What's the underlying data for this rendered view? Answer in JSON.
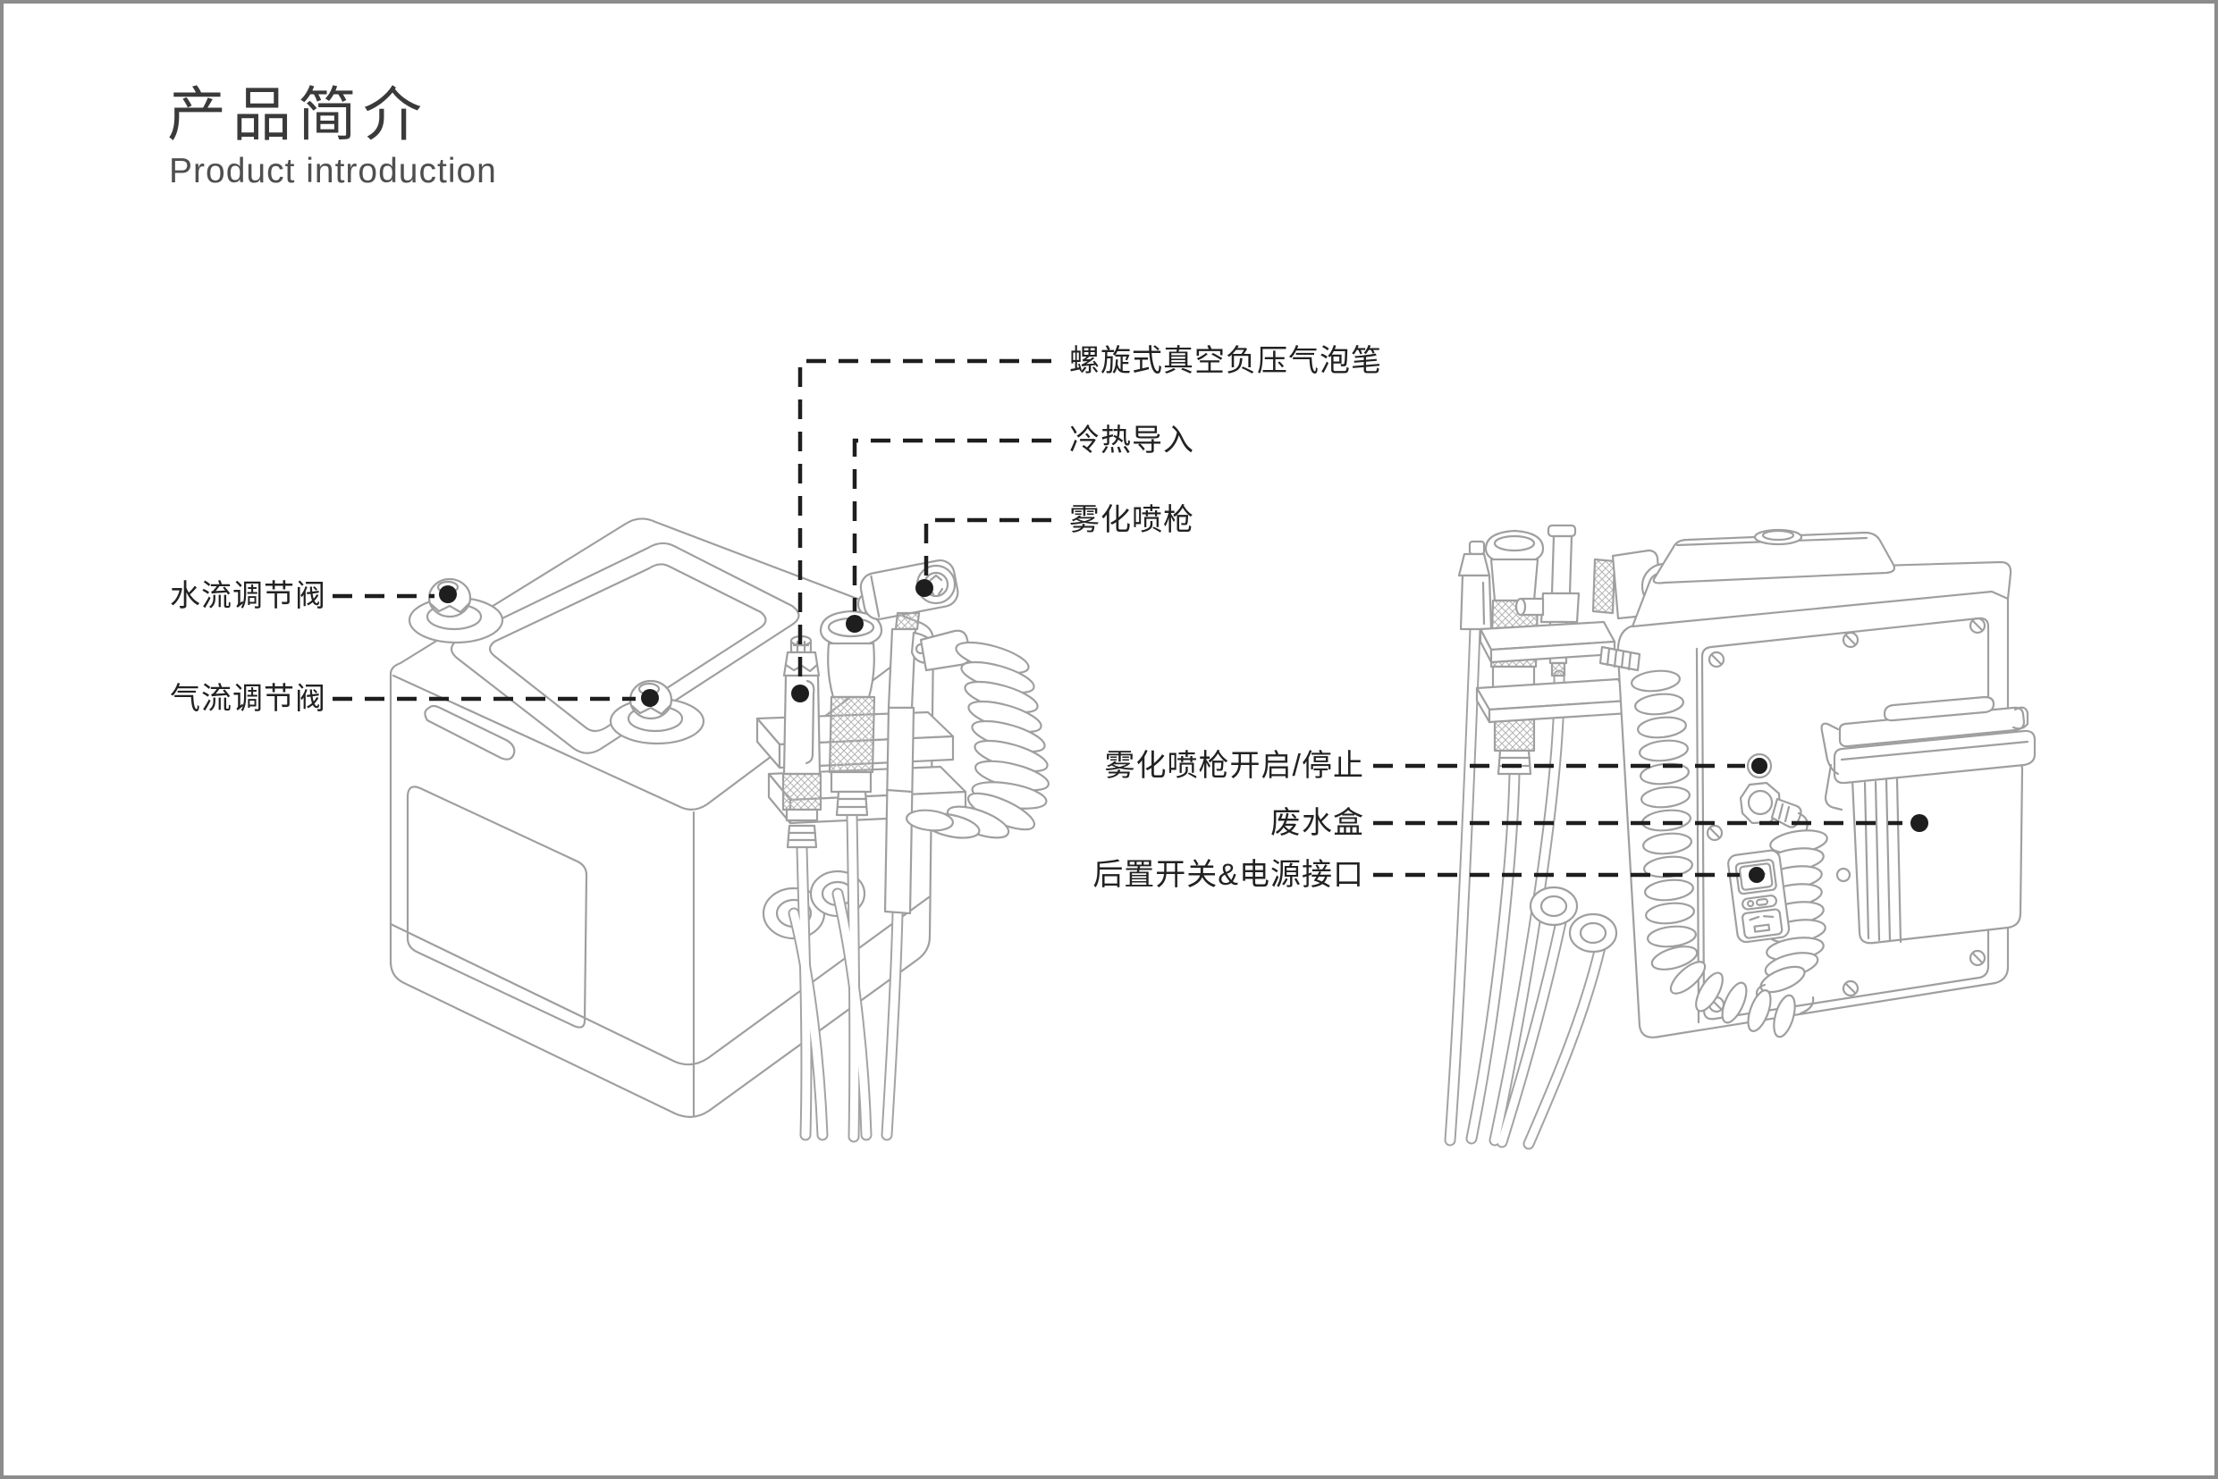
{
  "page": {
    "title": "产品简介",
    "subtitle": "Product introduction"
  },
  "diagram": {
    "labels": [
      {
        "id": "bubble-pen",
        "text": "螺旋式真空负压气泡笔"
      },
      {
        "id": "hot-cold",
        "text": "冷热导入"
      },
      {
        "id": "spray-gun",
        "text": "雾化喷枪"
      },
      {
        "id": "water-valve",
        "text": "水流调节阀"
      },
      {
        "id": "air-valve",
        "text": "气流调节阀"
      },
      {
        "id": "spray-switch",
        "text": "雾化喷枪开启/停止"
      },
      {
        "id": "waste-box",
        "text": "废水盒"
      },
      {
        "id": "rear-power",
        "text": "后置开关&电源接口"
      }
    ],
    "colors": {
      "line": "#9f9f9f",
      "annotation": "#1e1e1e",
      "frame": "#8c8c8c",
      "title_text": "#3a3a3a",
      "label_text": "#222222"
    }
  }
}
